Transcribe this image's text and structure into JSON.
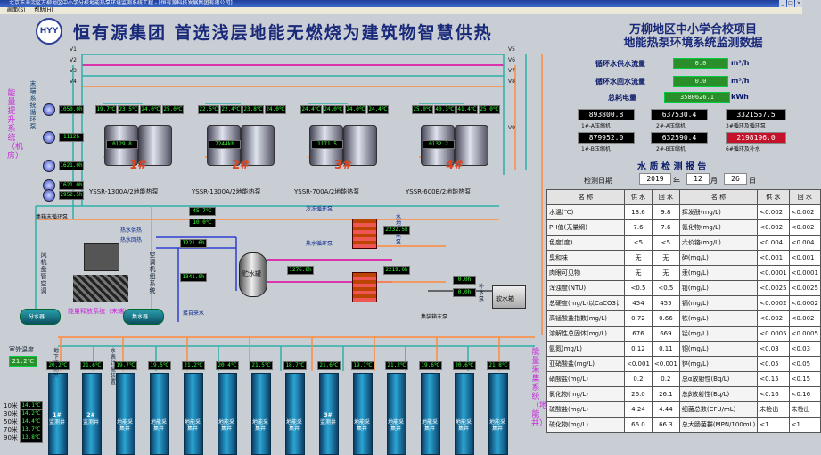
{
  "window": {
    "title": "北京市海淀区万柳地区中小学分校地能热泵环境监测系统工程 - [恒有源科技发展集团有限公司]",
    "menu": [
      "画面(S)",
      "帮助(H)"
    ]
  },
  "header": {
    "logo": "HYY",
    "slogan": "恒有源集团   首选浅层地能无燃烧为建筑物智慧供热",
    "project_line1": "万柳地区中小学合校项目",
    "project_line2": "地能热泵环境系统监测数据"
  },
  "flows": {
    "supply": {
      "label": "循环水供水流量",
      "value": "0.0",
      "unit": "m³/h"
    },
    "return": {
      "label": "循环水回水流量",
      "value": "0.0",
      "unit": "m³/h"
    },
    "power": {
      "label": "总耗电量",
      "value": "3580626.1",
      "unit": "kWh"
    }
  },
  "energy": [
    {
      "value": "893800.8",
      "label": "1#-A压缩机",
      "red": false
    },
    {
      "value": "637530.4",
      "label": "2#-A压缩机",
      "red": false
    },
    {
      "value": "3321557.5",
      "label": "3#循环及循环泵",
      "red": false
    },
    {
      "value": "879952.0",
      "label": "1#-B压缩机",
      "red": false
    },
    {
      "value": "632590.4",
      "label": "2#-B压缩机",
      "red": false
    },
    {
      "value": "2198196.0",
      "label": "6#循环及补水",
      "red": true
    }
  ],
  "report": {
    "title": "水 质 检 测 报 告",
    "date_label": "检测日期",
    "year": "2019",
    "year_u": "年",
    "month": "12",
    "month_u": "月",
    "day": "26",
    "day_u": "日",
    "headers": [
      "名 称",
      "供 水",
      "回 水",
      "名 称",
      "供 水",
      "回 水"
    ],
    "rows": [
      [
        "水温(℃)",
        "13.6",
        "9.8",
        "挥发酚(mg/L)",
        "<0.002",
        "<0.002"
      ],
      [
        "PH值(无量纲)",
        "7.6",
        "7.6",
        "氰化物(mg/L)",
        "<0.002",
        "<0.002"
      ],
      [
        "色度(度)",
        "<5",
        "<5",
        "六价铬(mg/L)",
        "<0.004",
        "<0.004"
      ],
      [
        "臭和味",
        "无",
        "无",
        "砷(mg/L)",
        "<0.001",
        "<0.001"
      ],
      [
        "肉眼可见物",
        "无",
        "无",
        "汞(mg/L)",
        "<0.0001",
        "<0.0001"
      ],
      [
        "浑浊度(NTU)",
        "<0.5",
        "<0.5",
        "铅(mg/L)",
        "<0.0025",
        "<0.0025"
      ],
      [
        "总硬度(mg/L)以CaCO3计",
        "454",
        "455",
        "镉(mg/L)",
        "<0.0002",
        "<0.0002"
      ],
      [
        "高锰酸盐指数(mg/L)",
        "0.72",
        "0.66",
        "铁(mg/L)",
        "<0.002",
        "<0.002"
      ],
      [
        "溶解性总固体(mg/L)",
        "676",
        "669",
        "锰(mg/L)",
        "<0.0005",
        "<0.0005"
      ],
      [
        "氨氮(mg/L)",
        "0.12",
        "0.11",
        "铜(mg/L)",
        "<0.03",
        "<0.03"
      ],
      [
        "亚硝酸盐(mg/L)",
        "<0.001",
        "<0.001",
        "锌(mg/L)",
        "<0.05",
        "<0.05"
      ],
      [
        "硝酸盐(mg/L)",
        "0.2",
        "0.2",
        "总α放射性(Bq/L)",
        "<0.15",
        "<0.15"
      ],
      [
        "氯化物(mg/L)",
        "26.0",
        "26.1",
        "总β放射性(Bq/L)",
        "<0.16",
        "<0.16"
      ],
      [
        "硫酸盐(mg/L)",
        "4.24",
        "4.44",
        "细菌总数(CFU/mL)",
        "未检出",
        "未检出"
      ],
      [
        "硫化物(mg/L)",
        "66.0",
        "66.3",
        "总大肠菌群(MPN/100mL)",
        "<1",
        "<1"
      ]
    ]
  },
  "units": [
    {
      "num": "1#",
      "name": "YSSR-1300A/2地能热泵",
      "power": "0129.8",
      "temps": [
        "19.7℃",
        "23.5℃",
        "24.0℃",
        "25.0℃"
      ]
    },
    {
      "num": "2#",
      "name": "YSSR-1300A/2地能热泵",
      "power": "7244kh",
      "temps": [
        "22.5℃",
        "22.4℃",
        "23.8℃",
        "24.0℃"
      ]
    },
    {
      "num": "3#",
      "name": "YSSR-700A/2地能热泵",
      "power": "1171.5",
      "temps": [
        "24.4℃",
        "24.0℃",
        "24.0℃",
        "24.4℃"
      ]
    },
    {
      "num": "4#",
      "name": "YSSR-600B/2地能热泵",
      "power": "0132.2",
      "temps": [
        "25.0℃",
        "40.3℃",
        "41.4℃",
        "25.0℃"
      ]
    }
  ],
  "left_panel": {
    "title": "能量提升系统（机房）",
    "pumps_label": "末端系统循环泵",
    "pump_readings": [
      "1050.0h",
      "1112h",
      "1621.0h",
      "1621.0h",
      "2952.5h"
    ],
    "loss_label": "集箱末循环泵",
    "dist": "分水器",
    "coll": "集水器",
    "release": "能量释放系统（末端）",
    "ac_left": "风机盘管空调",
    "ac_right": "空调机组系统"
  },
  "valves": [
    "V1",
    "V2",
    "V3",
    "V4",
    "V5",
    "V6",
    "V7",
    "V8",
    "V9"
  ],
  "hotwater": {
    "tank": "贮水罐",
    "supply": "热水供热",
    "return": "热水回热",
    "tap": "接自来水",
    "circ": "冷冻循环泵",
    "heat": "热水循环泵",
    "gen": "水地源热泵",
    "readings": [
      "45.7℃",
      "10.0℃",
      "1221.6h",
      "1341.0h",
      "2232.5h",
      "2219.0h",
      "1276.8h"
    ]
  },
  "make_up": {
    "tank": "软水箱",
    "label": "补水泵",
    "pump_label": "集装箱末泵",
    "readings": [
      "0.0h",
      "0.0h"
    ]
  },
  "ground": {
    "title": "能量采集系统（地能井）",
    "room_temp_label": "室外温度",
    "room_temp": "21.2℃",
    "depth_labels": [
      "10米",
      "30米",
      "50米",
      "70米",
      "90米"
    ],
    "depth_values": [
      "14.1℃",
      "14.2℃",
      "14.4℃",
      "13.7℃",
      "13.8℃"
    ],
    "wells": [
      {
        "label": "1#",
        "sub": "监测井"
      },
      {
        "label": "2#",
        "sub": "监测井"
      },
      {
        "label": "",
        "sub": "地能采集井"
      },
      {
        "label": "",
        "sub": "地能采集井"
      },
      {
        "label": "",
        "sub": "地能采集井"
      },
      {
        "label": "",
        "sub": "地能采集井"
      },
      {
        "label": "",
        "sub": "地能采集井"
      },
      {
        "label": "",
        "sub": "地能采集井"
      },
      {
        "label": "3#",
        "sub": "监测井"
      },
      {
        "label": "",
        "sub": "地能采集井"
      },
      {
        "label": "",
        "sub": "地能采集井"
      },
      {
        "label": "",
        "sub": "地能采集井"
      },
      {
        "label": "",
        "sub": "地能采集井"
      },
      {
        "label": "",
        "sub": "地能采集井"
      }
    ],
    "readings": [
      "20.2℃",
      "21.6℃",
      "19.7℃",
      "19.5℃",
      "21.2℃",
      "20.4℃",
      "21.5℃",
      "18.7℃",
      "21.6℃",
      "19.1℃",
      "21.2℃",
      "19.6℃",
      "20.6℃",
      "21.8℃"
    ],
    "left_label": "地下监测井",
    "mid_label": "水表计量装置"
  },
  "colors": {
    "pipe_supply": "#ff8a3d",
    "pipe_return": "#2fb0a8",
    "pipe_hot": "#e000a0",
    "pipe_blue": "#2d3fd1"
  }
}
